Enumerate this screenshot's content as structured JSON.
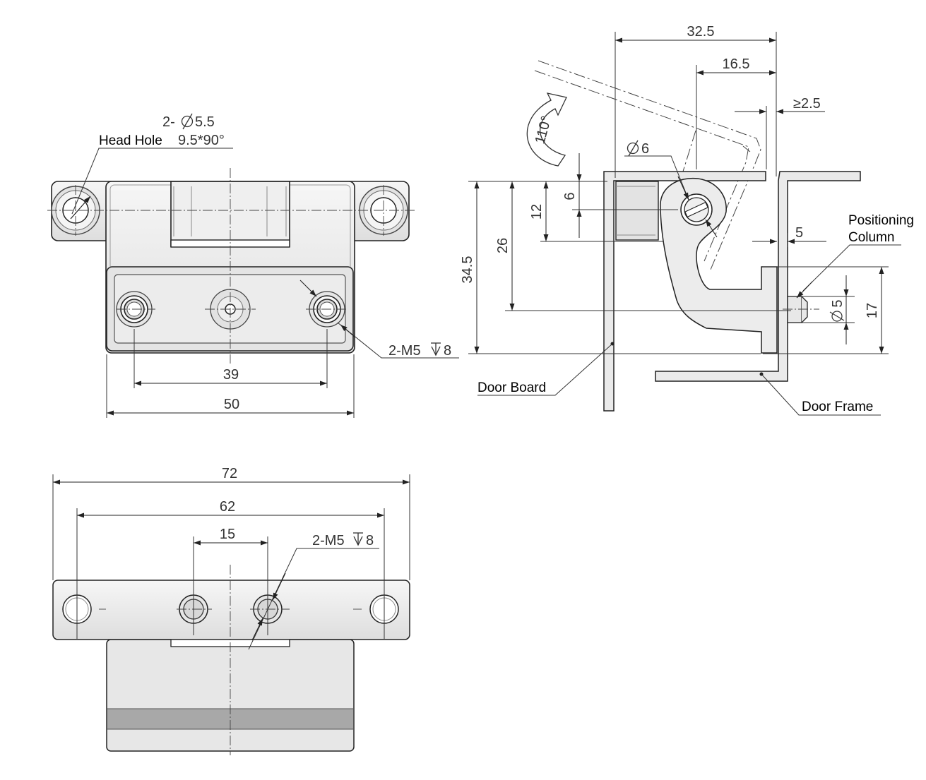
{
  "front_view": {
    "hole_count_prefix": "2-",
    "hole_dia": "5.5",
    "head_hole_label": "Head Hole",
    "head_hole_spec": "9.5*90°",
    "thread_label": "2-M5",
    "thread_depth": "8",
    "dim_inner": "39",
    "dim_outer": "50"
  },
  "side_view": {
    "dim_top": "32.5",
    "dim_second": "16.5",
    "dim_gap": "≥2.5",
    "pin_dia": "6",
    "dim_6": "6",
    "dim_12": "12",
    "dim_26": "26",
    "dim_345": "34.5",
    "dim_5": "5",
    "column_dia": "5",
    "dim_17": "17",
    "angle": "110°",
    "positioning_label_line1": "Positioning",
    "positioning_label_line2": "Column",
    "door_board_label": "Door Board",
    "door_frame_label": "Door Frame"
  },
  "top_view": {
    "dim_72": "72",
    "dim_62": "62",
    "dim_15": "15",
    "thread_label": "2-M5",
    "thread_depth": "8"
  },
  "colors": {
    "body_fill": "#ececec",
    "shade_fill": "#a8a8a8",
    "line": "#222222"
  }
}
